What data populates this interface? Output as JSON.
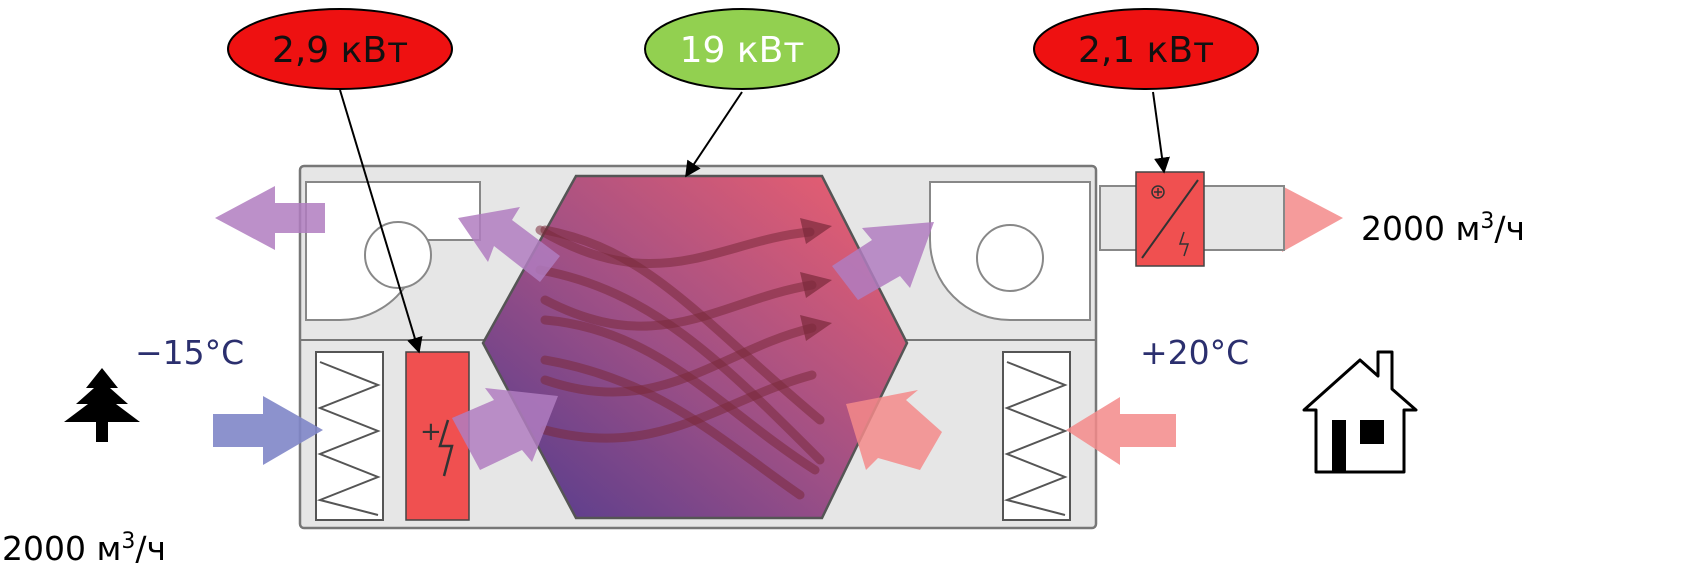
{
  "badges": {
    "preheater_power": "2,9 кВт",
    "recovery_power": "19 кВт",
    "postheater_power": "2,1 кВт"
  },
  "temperatures": {
    "outdoor": "−15°C",
    "indoor": "+20°C"
  },
  "airflow": {
    "supply": "2000 м",
    "supply_unit_tail": "/ч",
    "supply_sup": "3",
    "intake": "2000 м",
    "intake_unit_tail": "/ч",
    "intake_sup": "3"
  },
  "colors": {
    "badge_red": "#ee1111",
    "badge_green": "#92d050",
    "heater_red": "#f05050",
    "outdoor_blue": "#7f86c8",
    "exhaust_purple": "#b07cc0",
    "indoor_red": "#f38a8a",
    "text_navy": "#2b2f6e"
  },
  "icons": {
    "outdoor": "tree-icon",
    "indoor": "house-icon"
  }
}
